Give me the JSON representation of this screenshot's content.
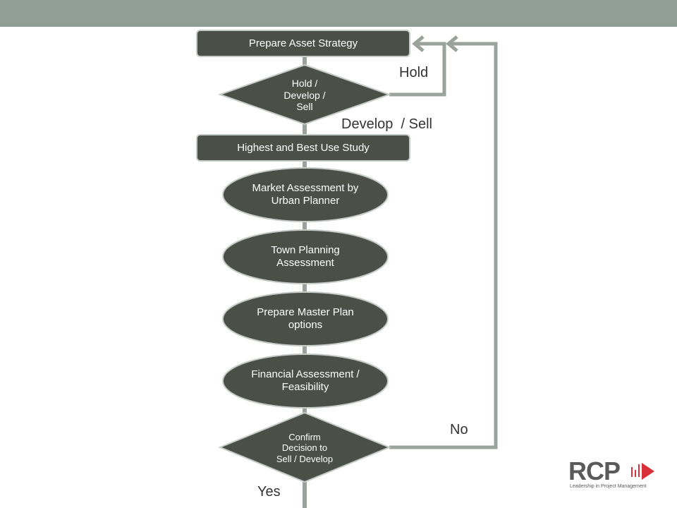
{
  "colors": {
    "band": "#909e95",
    "node": "#4a4f48",
    "connector": "#9aa29c"
  },
  "nodes": {
    "prepare_asset_strategy": "Prepare Asset Strategy",
    "hold_develop_sell": [
      "Hold /",
      "Develop /",
      "Sell"
    ],
    "highest_best_use": "Highest and Best Use Study",
    "market_assessment": [
      "Market Assessment by",
      "Urban Planner"
    ],
    "town_planning": [
      "Town Planning",
      "Assessment"
    ],
    "master_plan": [
      "Prepare Master Plan",
      "options"
    ],
    "financial_assessment": [
      "Financial Assessment /",
      "Feasibility"
    ],
    "confirm_decision": [
      "Confirm",
      "Decision to",
      "Sell / Develop"
    ]
  },
  "labels": {
    "hold": "Hold",
    "develop_sell": "Develop  / Sell",
    "no": "No",
    "yes": "Yes"
  },
  "logo": {
    "text": "RCP",
    "tagline": "Leadership in Project Management",
    "icon": "rcp-logo-icon"
  }
}
